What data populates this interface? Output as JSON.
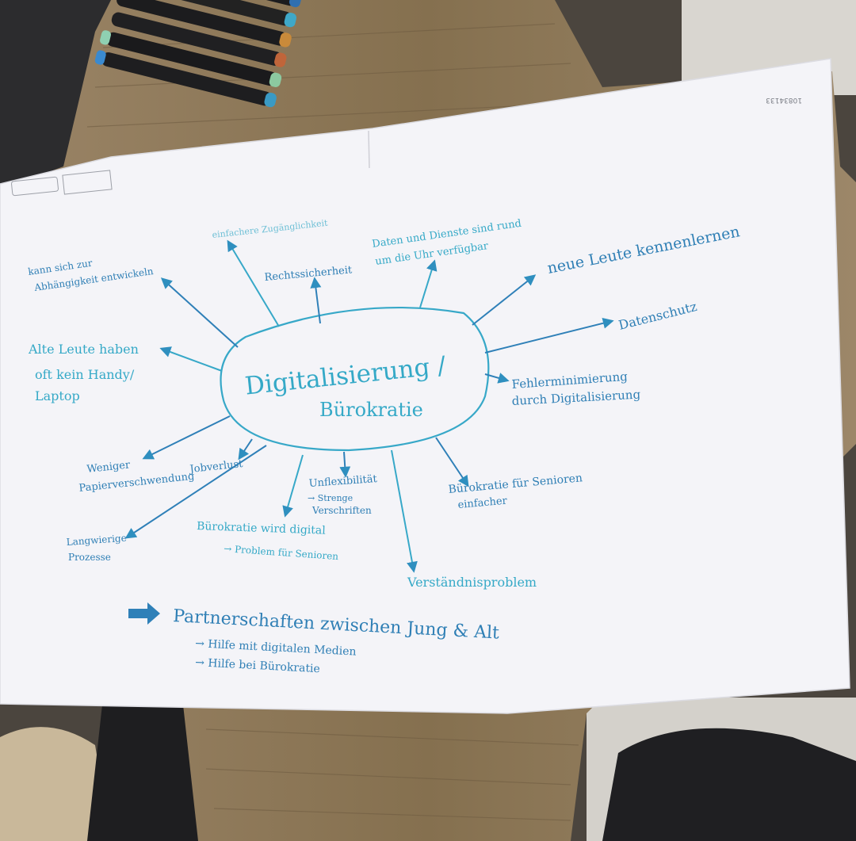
{
  "poster": {
    "center_line1": "Digitalisierung /",
    "center_line2": "Bürokratie",
    "serial_number": "10834133"
  },
  "branches": {
    "abhaengigkeit_1": "kann sich zur",
    "abhaengigkeit_2": "Abhängigkeit entwickeln",
    "zugaenglichkeit": "einfachere Zugänglichkeit",
    "rechtssicherheit": "Rechtssicherheit",
    "daten_1": "Daten und Dienste sind rund",
    "daten_2": "um die Uhr verfügbar",
    "neue_leute": "neue Leute kennenlernen",
    "datenschutz": "Datenschutz",
    "fehler_1": "Fehlerminimierung",
    "fehler_2": "durch Digitalisierung",
    "alte_leute_1": "Alte Leute haben",
    "alte_leute_2": "oft kein Handy/",
    "alte_leute_3": "Laptop",
    "papier_1": "Weniger",
    "papier_2": "Papierverschwendung",
    "jobverlust": "Jobverlust",
    "unflex_1": "Unflexibilität",
    "unflex_2": "→ Strenge",
    "unflex_3": "Verschriften",
    "senioren_1": "Bürokratie für Senioren",
    "senioren_2": "einfacher",
    "langwierig_1": "Langwierige",
    "langwierig_2": "Prozesse",
    "wird_digital_1": "Bürokratie wird digital",
    "wird_digital_2": "→ Problem für Senioren",
    "verstaendnis": "Verständnisproblem"
  },
  "conclusion": {
    "headline": "Partnerschaften zwischen Jung & Alt",
    "point1": "→ Hilfe mit digitalen Medien",
    "point2": "→ Hilfe bei Bürokratie"
  },
  "colors": {
    "table": "#8a7458",
    "paper": "#f4f4f8",
    "ink_cyan": "#37a8c8",
    "ink_blue": "#2f80b8"
  }
}
